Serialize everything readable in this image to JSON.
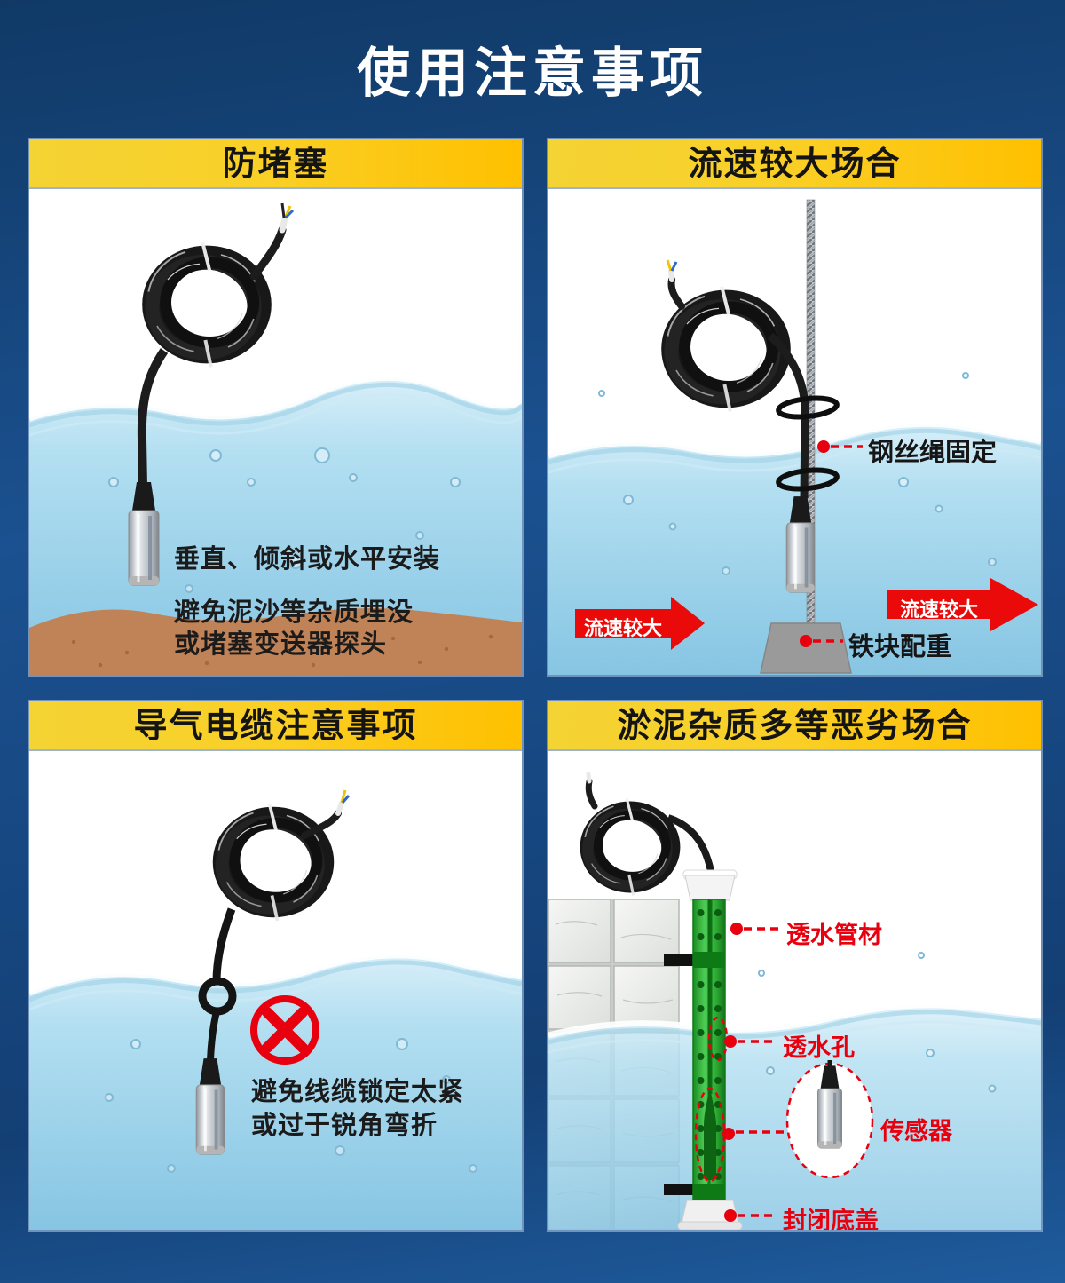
{
  "page": {
    "title": "使用注意事项"
  },
  "colors": {
    "background_blue": "#133f74",
    "header_yellow_left": "#f4d334",
    "header_yellow_right": "#ffc000",
    "callout_red": "#e8000f",
    "pipe_green": "#2fae35",
    "water_blue": "#8ac7e4",
    "sediment_brown": "#c08257"
  },
  "panels": {
    "anti_clog": {
      "header": "防堵塞",
      "note_line1": "垂直、倾斜或水平安装",
      "note_line2": "避免泥沙等杂质埋没",
      "note_line3": "或堵塞变送器探头"
    },
    "high_flow": {
      "header": "流速较大场合",
      "wire_label": "钢丝绳固定",
      "weight_label": "铁块配重",
      "flow_left": "流速较大",
      "flow_right": "流速较大"
    },
    "cable": {
      "header": "导气电缆注意事项",
      "note_line1": "避免线缆锁定太紧",
      "note_line2": "或过于锐角弯折"
    },
    "harsh": {
      "header": "淤泥杂质多等恶劣场合",
      "pipe_label": "透水管材",
      "holes_label": "透水孔",
      "sensor_label": "传感器",
      "cap_label": "封闭底盖"
    }
  }
}
